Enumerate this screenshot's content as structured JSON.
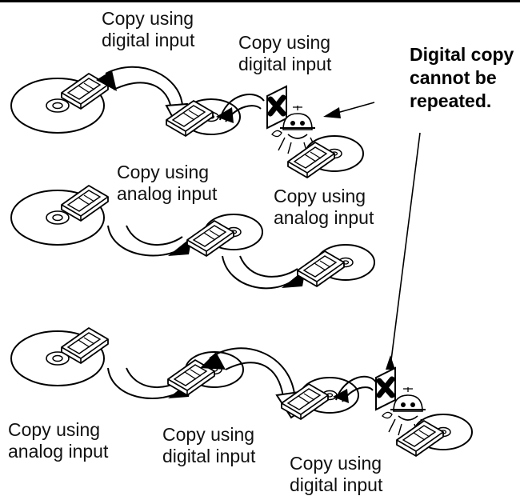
{
  "labels": {
    "l1": {
      "line1": "Copy using",
      "line2": "digital input"
    },
    "l2": {
      "line1": "Copy using",
      "line2": "digital input"
    },
    "l3": {
      "line1": "Copy using",
      "line2": "analog input"
    },
    "l4": {
      "line1": "Copy using",
      "line2": "analog input"
    },
    "l5": {
      "line1": "Copy using",
      "line2": "analog input"
    },
    "l6": {
      "line1": "Copy using",
      "line2": "digital input"
    },
    "l7": {
      "line1": "Copy using",
      "line2": "digital input"
    }
  },
  "warning": {
    "line1": "Digital copy",
    "line2": "cannot be",
    "line3": "repeated."
  }
}
